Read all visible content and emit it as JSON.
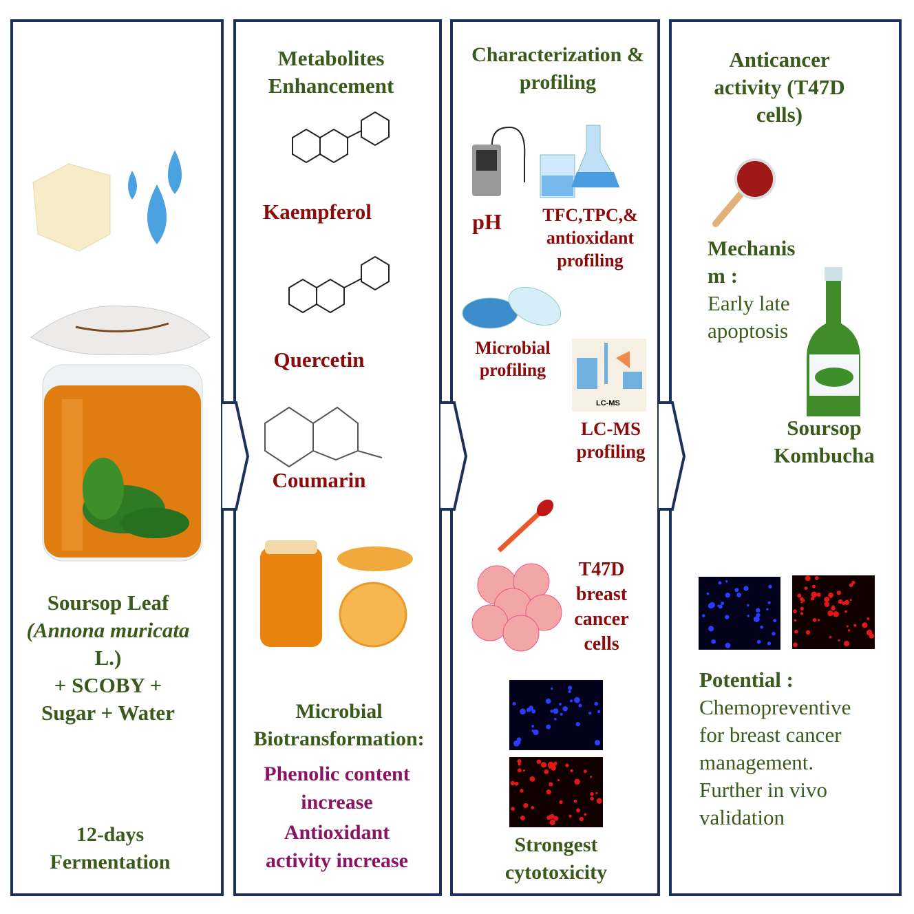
{
  "panel1": {
    "title_lines": [
      "Soursop Leaf",
      "(Annona muricata",
      "L.)",
      "+ SCOBY +",
      "Sugar + Water"
    ],
    "fermentation": [
      "12-days",
      "Fermentation"
    ]
  },
  "panel2": {
    "title": [
      "Metabolites",
      "Enhancement"
    ],
    "compounds": [
      "Kaempferol",
      "Quercetin",
      "Coumarin"
    ],
    "biotrans": [
      "Microbial",
      "Biotransformation:"
    ],
    "results": [
      "Phenolic content",
      "increase",
      "Antioxidant",
      "activity increase"
    ]
  },
  "panel3": {
    "title": [
      "Characterization &",
      "profiling"
    ],
    "ph": "pH",
    "tfc": [
      "TFC,TPC,&",
      "antioxidant",
      "profiling"
    ],
    "microbial": [
      "Microbial",
      "profiling"
    ],
    "lcms_icon_label": "LC-MS",
    "lcms": [
      "LC-MS",
      "profiling"
    ],
    "t47d": [
      "T47D",
      "breast",
      "cancer",
      "cells"
    ],
    "cytotox": [
      "Strongest",
      "cytotoxicity"
    ]
  },
  "panel4": {
    "title": [
      "Anticancer",
      "activity (T47D",
      "cells)"
    ],
    "mechanism_label": [
      "Mechanis",
      "m :"
    ],
    "mechanism": [
      "Early late",
      "apoptosis"
    ],
    "product": [
      "Soursop",
      "Kombucha"
    ],
    "potential_label": "Potential :",
    "potential": [
      "Chemopreventive",
      "for breast cancer",
      "management.",
      "Further in vivo",
      "validation"
    ]
  },
  "colors": {
    "border": "#1c3157",
    "green": "#3a5a1c",
    "red": "#8b0a0a",
    "purple": "#8a1462"
  }
}
